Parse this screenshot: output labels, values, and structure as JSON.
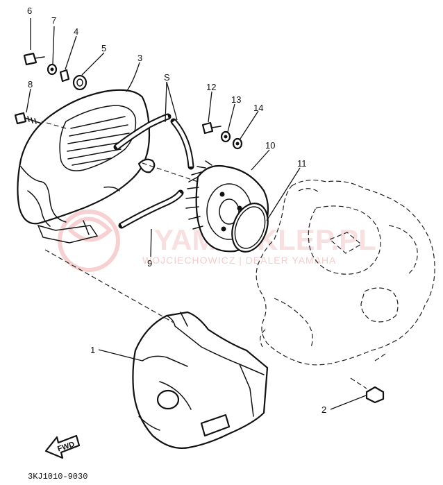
{
  "diagram": {
    "code": "3KJ1010-9030",
    "fwd_label": "FWD",
    "callouts": [
      "1",
      "2",
      "3",
      "4",
      "5",
      "6",
      "7",
      "8",
      "9",
      "10",
      "11",
      "12",
      "13",
      "14"
    ],
    "watermark": {
      "brand": "YAMASKLEP.PL",
      "tagline": "WOJCIECHOWICZ | DEALER YAMAHA"
    },
    "colors": {
      "line": "#111111",
      "watermark": "#f1b2b2",
      "background": "#ffffff"
    }
  }
}
